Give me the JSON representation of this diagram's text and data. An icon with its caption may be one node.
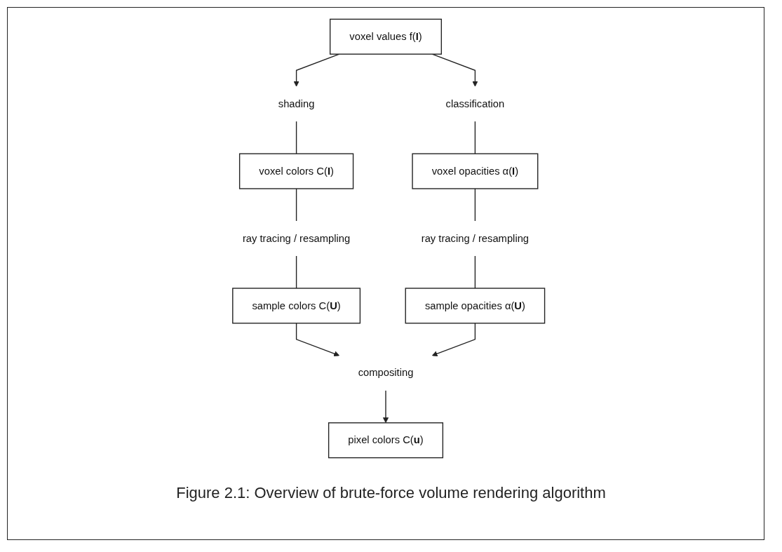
{
  "diagram": {
    "caption": "Figure 2.1: Overview of brute-force volume rendering algorithm",
    "nodes": [
      {
        "text": [
          "voxel values f(**I**)"
        ]
      },
      {
        "text": [
          "shading"
        ]
      },
      {
        "text": [
          "classification"
        ]
      },
      {
        "text": [
          "voxel colors C(**I**)"
        ]
      },
      {
        "text": [
          "voxel opacities α(**I**)"
        ]
      },
      {
        "text": [
          "ray tracing / resampling"
        ]
      },
      {
        "text": [
          "ray tracing / resampling"
        ]
      },
      {
        "text": [
          "sample colors C(**U**)"
        ]
      },
      {
        "text": [
          "sample opacities α(**U**)"
        ]
      },
      {
        "text": [
          "compositing"
        ]
      },
      {
        "text": [
          "pixel colors C(**u**)"
        ]
      }
    ],
    "edges": [
      {
        "from": 0,
        "to": 1,
        "arrow": "to"
      },
      {
        "from": 0,
        "to": 2,
        "arrow": "to"
      },
      {
        "from": 1,
        "to": 3,
        "arrow": "none"
      },
      {
        "from": 2,
        "to": 4,
        "arrow": "none"
      },
      {
        "from": 3,
        "to": 5,
        "arrow": "none"
      },
      {
        "from": 4,
        "to": 6,
        "arrow": "none"
      },
      {
        "from": 5,
        "to": 7,
        "arrow": "none"
      },
      {
        "from": 6,
        "to": 8,
        "arrow": "none"
      },
      {
        "from": 7,
        "to": 9,
        "arrow": "to"
      },
      {
        "from": 8,
        "to": 9,
        "arrow": "to"
      },
      {
        "from": 9,
        "to": 10,
        "arrow": "to"
      }
    ]
  }
}
